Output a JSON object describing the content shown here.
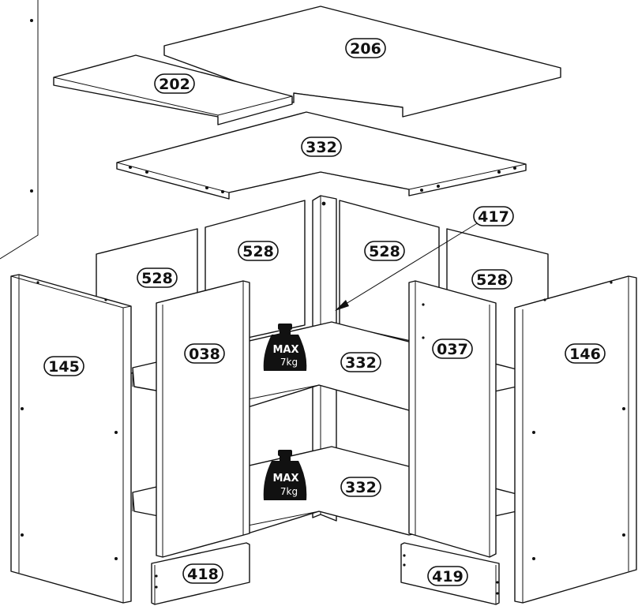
{
  "parts": {
    "p206": "206",
    "p202": "202",
    "p332_top": "332",
    "p417": "417",
    "p528_a": "528",
    "p528_b": "528",
    "p528_c": "528",
    "p528_d": "528",
    "p145": "145",
    "p038": "038",
    "p332_mid": "332",
    "p037": "037",
    "p146": "146",
    "p332_low": "332",
    "p418": "418",
    "p419": "419"
  },
  "weights": {
    "upper": {
      "max": "MAX",
      "load": "7kg"
    },
    "lower": {
      "max": "MAX",
      "load": "7kg"
    }
  }
}
